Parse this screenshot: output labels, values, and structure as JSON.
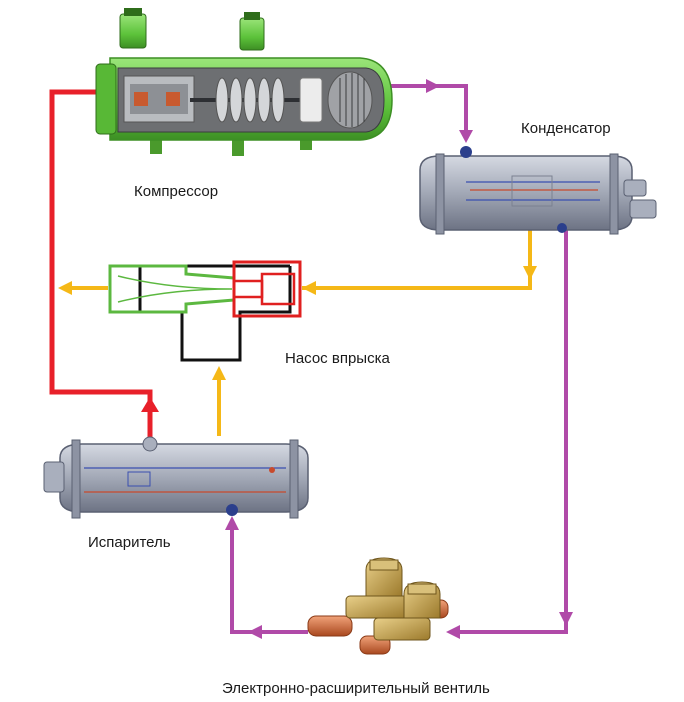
{
  "labels": {
    "compressor": "Компрессор",
    "condenser": "Конденсатор",
    "injection_pump": "Насос впрыска",
    "evaporator": "Испаритель",
    "expansion_valve": "Электронно-расширительный вентиль"
  },
  "colors": {
    "suction_line": "#e8202a",
    "discharge_line": "#b04aa8",
    "liquid_line": "#f5b817",
    "compressor_body": "#6fcf4b",
    "vessel_body": "#a9afbd",
    "pump_inlet": "#5cb840",
    "pump_motor": "#e02020",
    "valve_brass": "#c9a14a",
    "valve_copper": "#d8723c"
  },
  "icons": [
    "compressor-icon",
    "condenser-icon",
    "injection-pump-icon",
    "evaporator-icon",
    "expansion-valve-icon"
  ]
}
